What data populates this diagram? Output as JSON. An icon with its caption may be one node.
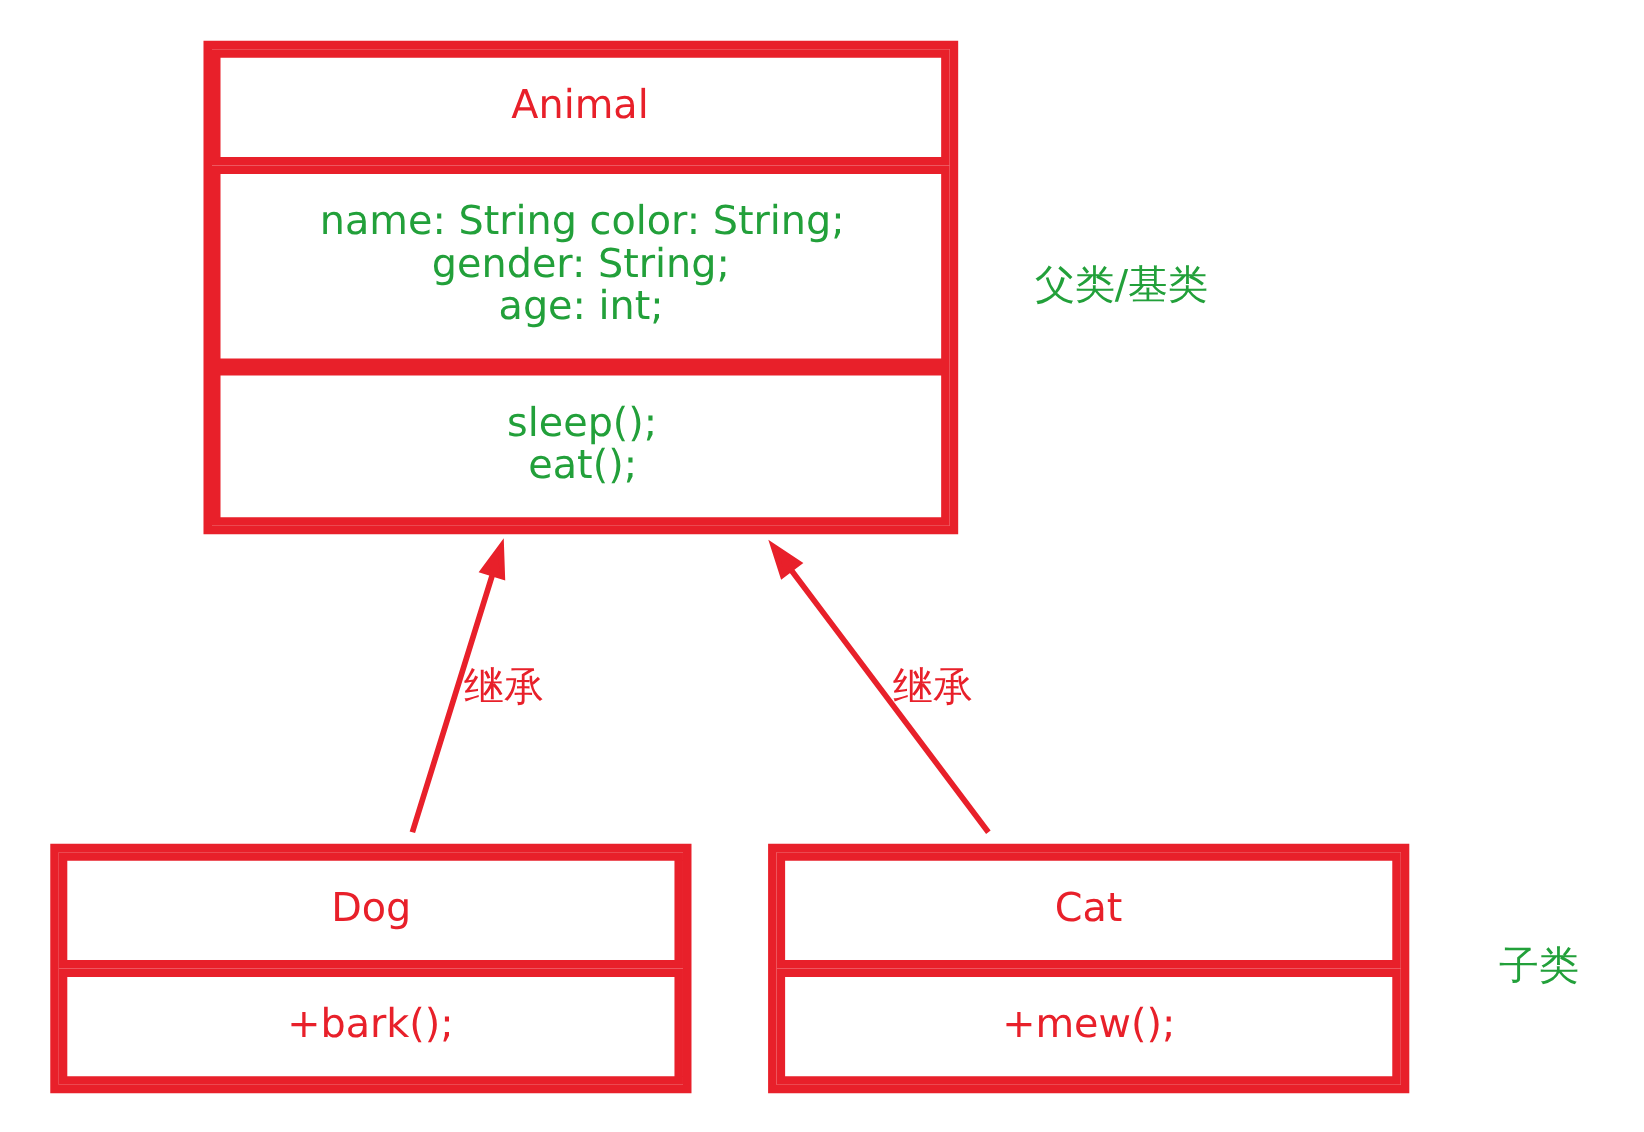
{
  "diagram": {
    "nodes": [
      {
        "text": [
          "Animal",
          "name: String color: String; gender: String; age: int;",
          "sleep(); eat();"
        ],
        "beside": [
          "父类/基类"
        ]
      },
      {
        "text": [
          "Dog",
          "+bark();"
        ]
      },
      {
        "text": [
          "Cat",
          "+mew();"
        ],
        "beside": [
          "子类"
        ]
      }
    ],
    "edges": [
      {
        "from": 1,
        "to": 0,
        "arrow": "to",
        "label": "继承"
      },
      {
        "from": 2,
        "to": 0,
        "arrow": "to",
        "label": "继承"
      }
    ]
  }
}
